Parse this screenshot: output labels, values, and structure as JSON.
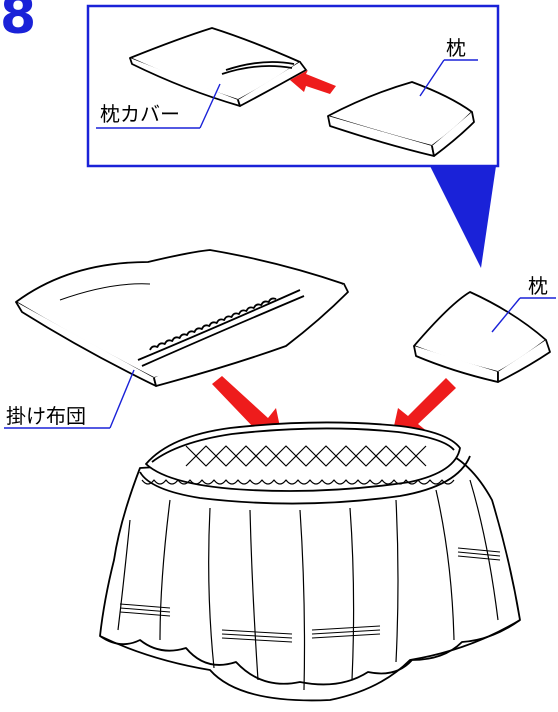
{
  "step_number": "8",
  "labels": {
    "pillow_cover": "枕カバー",
    "pillow_inset": "枕",
    "pillow_main": "枕",
    "comforter": "掛け布団"
  },
  "colors": {
    "accent_blue": "#1a22d8",
    "arrow_red": "#ee1c1c",
    "line": "#000000"
  }
}
